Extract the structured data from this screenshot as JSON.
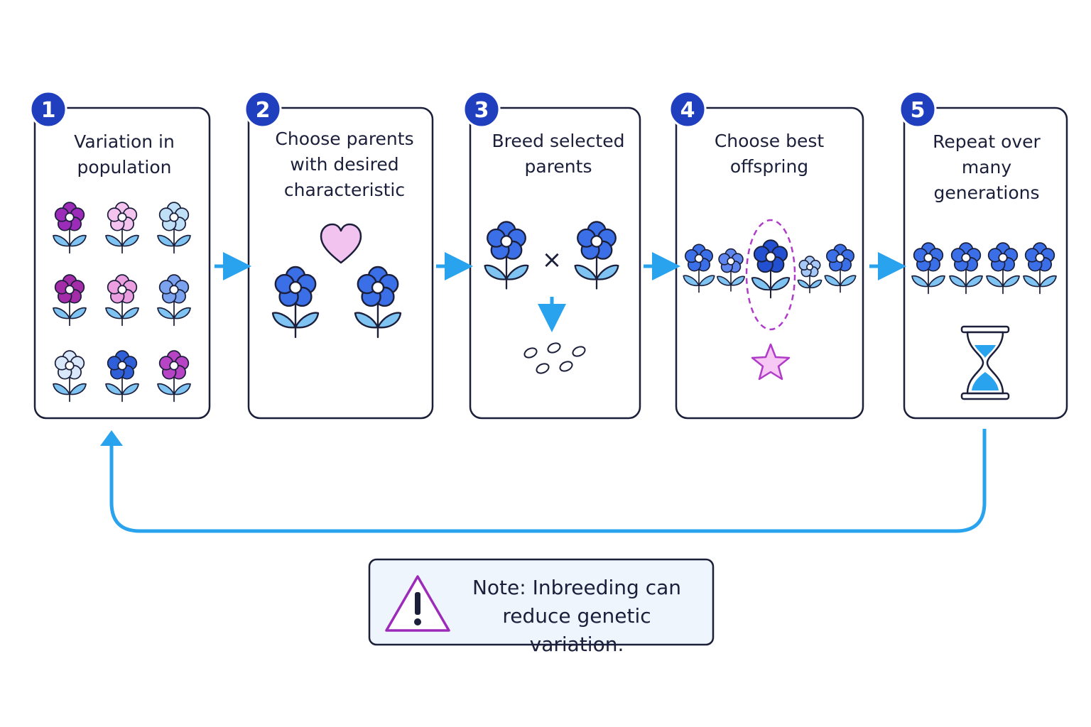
{
  "diagram": {
    "steps": [
      {
        "number": "1",
        "title": "Variation in\npopulation"
      },
      {
        "number": "2",
        "title": "Choose parents\nwith desired\ncharacteristic"
      },
      {
        "number": "3",
        "title": "Breed selected\nparents"
      },
      {
        "number": "4",
        "title": "Choose best\noffspring"
      },
      {
        "number": "5",
        "title": "Repeat over\nmany\ngenerations"
      }
    ],
    "cross_symbol": "×",
    "note": {
      "text": "Note: Inbreeding can\nreduce genetic variation.",
      "icon": "warning-icon"
    },
    "icons": [
      "flower-icon",
      "heart-icon",
      "seeds-icon",
      "star-icon",
      "hourglass-icon",
      "arrow-icon",
      "loop-arrow-icon"
    ],
    "colors": {
      "accent": "#2aa3ef",
      "badge": "#1f3fbf",
      "flower_blue": "#3b6fe8",
      "flower_purple": "#9b2bb8",
      "highlight": "#b13bc9",
      "heart": "#f3c3f0",
      "outline": "#1b1f3a"
    }
  }
}
